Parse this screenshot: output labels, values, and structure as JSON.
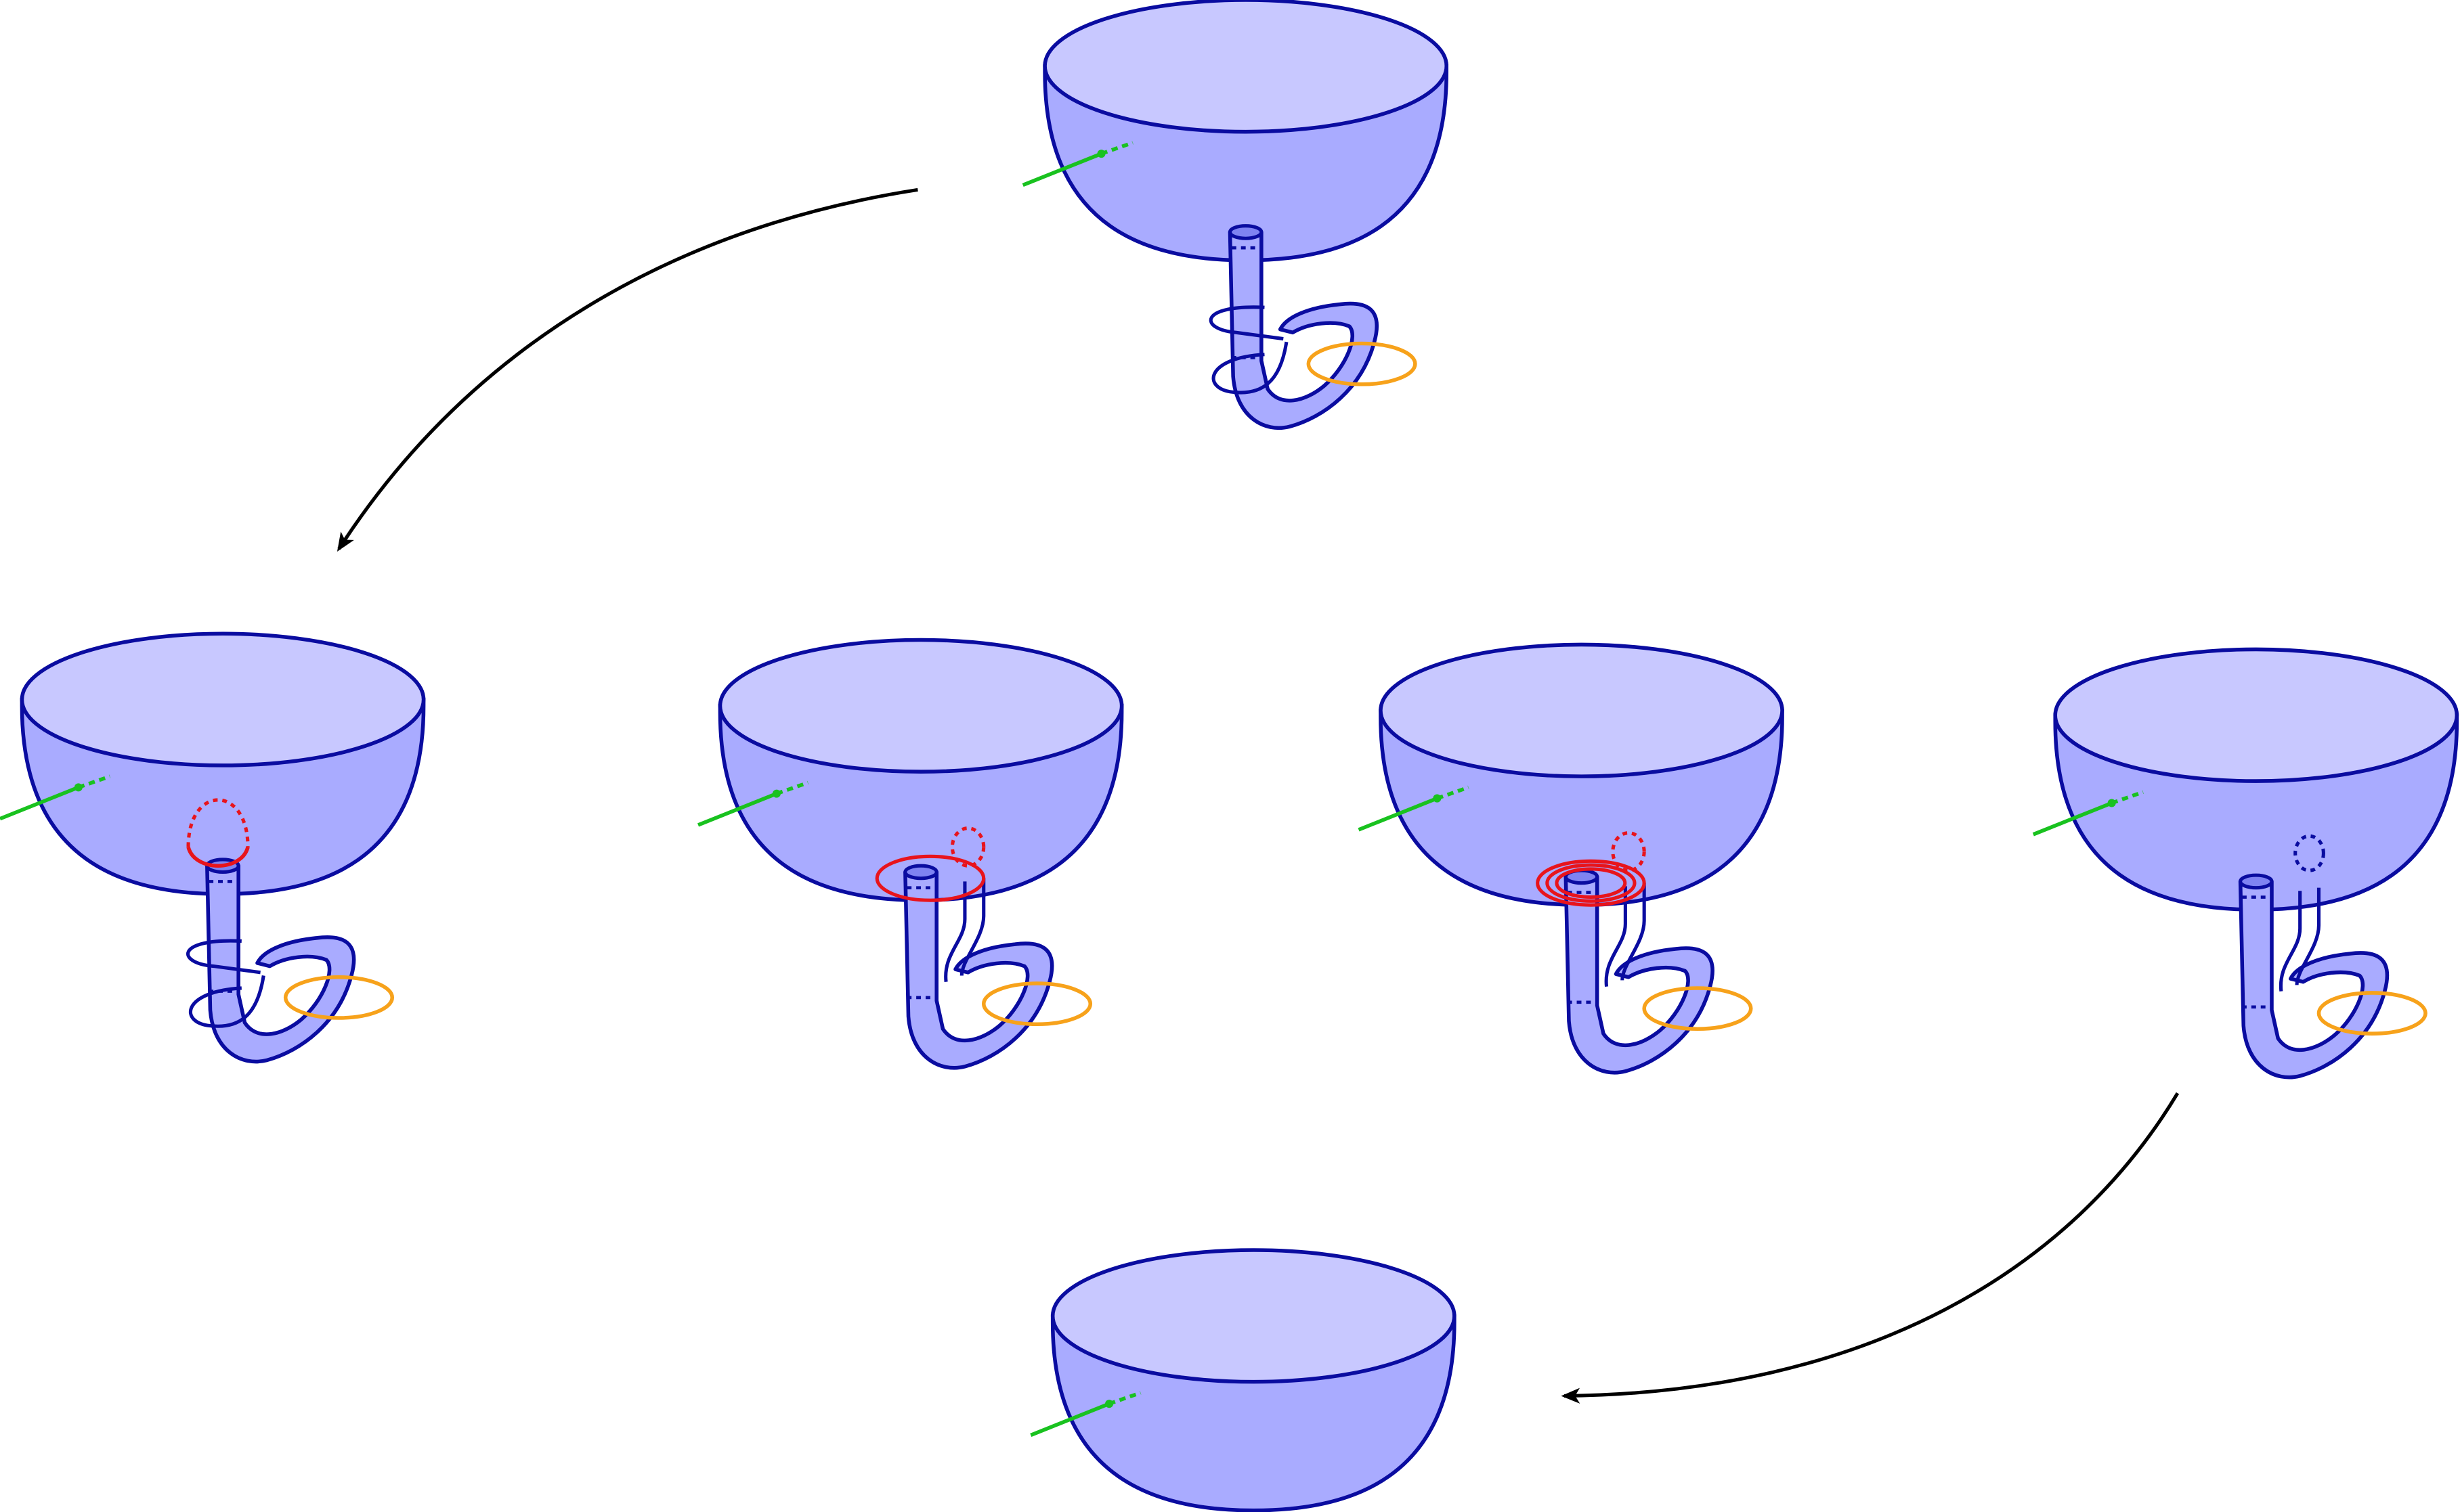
{
  "colors": {
    "background": "#ffffff",
    "bowl_top": "#c8c8ff",
    "bowl_body": "#a9abff",
    "tube_fill": "#a9abff",
    "tube_cap": "#7f83f2",
    "outline": "#0a0ca0",
    "green_arc": "#19c21f",
    "orange_loop": "#f7a21b",
    "red_curve": "#e8141c",
    "arrow": "#000000"
  },
  "panels": [
    {
      "id": "top",
      "variant": "knotted-tube",
      "red_curves": 0
    },
    {
      "id": "middle-1",
      "variant": "knotted-tube-with-red-arc",
      "red_curves": 1
    },
    {
      "id": "middle-2",
      "variant": "partially-unknotted",
      "red_curves": 1
    },
    {
      "id": "middle-3",
      "variant": "unknotted-with-nested-red",
      "red_curves": 3
    },
    {
      "id": "middle-4",
      "variant": "unknotted",
      "red_curves": 0
    },
    {
      "id": "bottom",
      "variant": "bowl-only",
      "red_curves": 0
    }
  ],
  "arrows": [
    {
      "id": "top-to-middle",
      "from": "top",
      "to": "middle-1"
    },
    {
      "id": "middle-to-bottom",
      "from": "middle-4",
      "to": "bottom"
    }
  ]
}
